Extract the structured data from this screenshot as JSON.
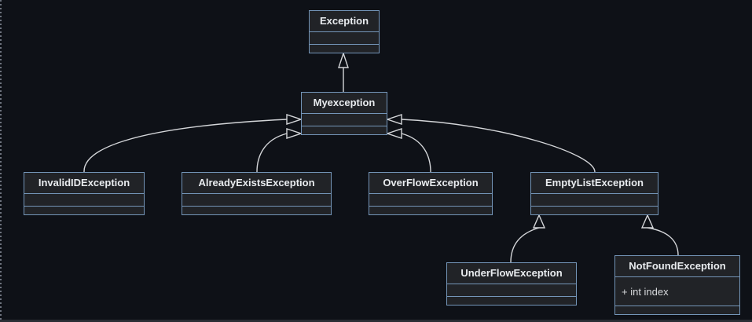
{
  "diagram": {
    "type": "uml-class-diagram",
    "classes": {
      "exception": {
        "name": "Exception"
      },
      "myexception": {
        "name": "Myexception"
      },
      "invalidid": {
        "name": "InvalidIDException"
      },
      "alreadyexists": {
        "name": "AlreadyExistsException"
      },
      "overflow": {
        "name": "OverFlowException"
      },
      "emptylist": {
        "name": "EmptyListException"
      },
      "underflow": {
        "name": "UnderFlowException"
      },
      "notfound": {
        "name": "NotFoundException",
        "fields": [
          "+ int index"
        ]
      }
    },
    "relations": [
      {
        "from": "Myexception",
        "to": "Exception",
        "type": "inheritance"
      },
      {
        "from": "InvalidIDException",
        "to": "Myexception",
        "type": "inheritance"
      },
      {
        "from": "AlreadyExistsException",
        "to": "Myexception",
        "type": "inheritance"
      },
      {
        "from": "OverFlowException",
        "to": "Myexception",
        "type": "inheritance"
      },
      {
        "from": "EmptyListException",
        "to": "Myexception",
        "type": "inheritance"
      },
      {
        "from": "UnderFlowException",
        "to": "EmptyListException",
        "type": "inheritance"
      },
      {
        "from": "NotFoundException",
        "to": "EmptyListException",
        "type": "inheritance"
      }
    ],
    "colors": {
      "background": "#0e1117",
      "box_fill": "#212327",
      "box_border": "#7495b8",
      "edge_stroke": "#d4d6d9",
      "text": "#e9ecef"
    }
  }
}
